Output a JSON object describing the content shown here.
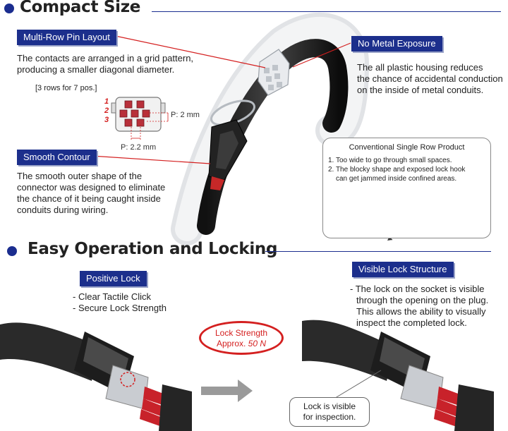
{
  "sections": {
    "compact": {
      "title": "Compact Size"
    },
    "easy": {
      "title": "Easy Operation and Locking"
    }
  },
  "multi_row": {
    "label": "Multi-Row Pin Layout",
    "text_lines": [
      "The contacts are arranged in a grid pattern,",
      "producing a smaller diagonal diameter."
    ],
    "note": "[3 rows for 7 pos.]",
    "row_numbers": [
      "1",
      "2",
      "3"
    ],
    "pitch_v": "P: 2 mm",
    "pitch_h": "P: 2.2 mm"
  },
  "smooth": {
    "label": "Smooth Contour",
    "text_lines": [
      "The smooth outer shape of the",
      "connector was designed to eliminate",
      "the chance of it being caught inside",
      "conduits during wiring."
    ]
  },
  "no_metal": {
    "label": "No Metal Exposure",
    "text_lines": [
      "The all plastic housing reduces",
      "the chance of accidental conduction",
      "on the inside of metal conduits."
    ]
  },
  "conventional": {
    "title": "Conventional Single Row Product",
    "items": [
      "1. Too wide to go through small spaces.",
      "2. The blocky shape and exposed lock hook",
      "can get jammed inside confined areas."
    ]
  },
  "positive_lock": {
    "label": "Positive Lock",
    "items": [
      "- Clear Tactile Click",
      "- Secure Lock Strength"
    ]
  },
  "lock_strength": {
    "line1": "Lock Strength",
    "line2_prefix": "Approx. ",
    "line2_value": "50 N"
  },
  "visible_lock": {
    "label": "Visible Lock Structure",
    "text_lines": [
      "- The lock on the socket is visible",
      "through the opening on the plug.",
      "This allows the ability to visually",
      "inspect the completed lock."
    ]
  },
  "callout": {
    "line1": "Lock is visible",
    "line2": "for inspection."
  },
  "colors": {
    "navy": "#1c2f8c",
    "red": "#d42020",
    "green": "#6cc04a",
    "blue_pins": "#4fb6e6"
  }
}
